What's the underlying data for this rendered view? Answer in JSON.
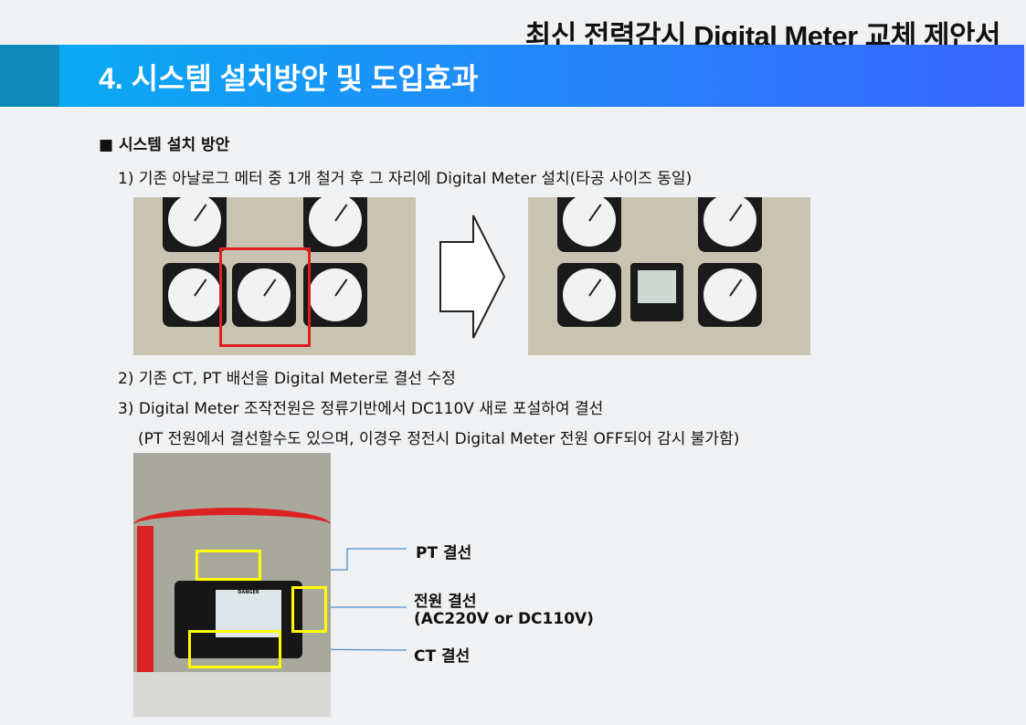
{
  "document_title": "최신 전력감시 Digital Meter 교체 제안서",
  "section_title": "4. 시스템 설치방안 및 도입효과",
  "heading": "■ 시스템 설치 방안",
  "items": [
    "1) 기존 아날로그 메터 중 1개 철거 후 그 자리에 Digital Meter 설치(타공 사이즈 동일)",
    "2) 기존 CT, PT 배선을 Digital Meter로 결선 수정",
    "3) Digital Meter 조작전원은 정류기반에서 DC110V 새로 포설하여 결선",
    "(PT 전원에서 결선할수도 있으며, 이경우 정전시 Digital Meter 전원 OFF되어 감시 불가함)"
  ],
  "callouts": {
    "pt": "PT 결선",
    "power_line1": "전원 결선",
    "power_line2": "(AC220V or DC110V)",
    "ct": "CT 결선"
  },
  "photo_labels": {
    "danger": "DANGER"
  },
  "colors": {
    "band_start": "#0aa9f3",
    "band_end": "#3a66ff",
    "band_left": "#1188bb",
    "highlight_red": "#e02020",
    "highlight_yellow": "#ffff00",
    "leader_line": "#4a90d0"
  }
}
